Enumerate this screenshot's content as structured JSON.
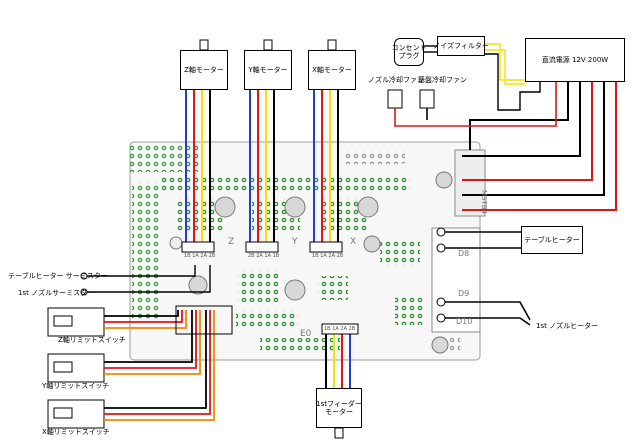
{
  "motors": {
    "z_motor": "Z軸モーター",
    "y_motor": "Y軸モーター",
    "x_motor": "X軸モーター",
    "extruder_motor_line1": "1stフィーダー",
    "extruder_motor_line2": "モーター"
  },
  "power": {
    "supply": "直流電源 12V 200W",
    "noise_filter": "ノイズフィルター",
    "outlet_line1": "コンセント",
    "outlet_line2": "プラグ",
    "nozzle_fan": "ノズル冷却ファン",
    "board_fan": "基盤冷却ファン"
  },
  "sensors": {
    "bed_thermistor": "テーブルヒーター サーミスター",
    "nozzle_thermistor": "1st ノズルサーミスター"
  },
  "heaters": {
    "bed_heater": "テーブルヒーター",
    "nozzle_heater": "1st ノズルヒーター"
  },
  "endstops": {
    "z_endstop": "Z軸リミットスイッチ",
    "y_endstop": "Y軸リミットスイッチ",
    "x_endstop": "X軸リミットスイッチ"
  },
  "board": {
    "terminal_label": "MSTB4",
    "connector_labels": [
      "1B 1A 2A 2B",
      "2B 2A 1A 1B",
      "1B 1A 2A 2B",
      "1B 1A 2A 2B"
    ],
    "axis_letters": [
      "Z",
      "Y",
      "X",
      "E0"
    ],
    "mosfet_labels": [
      "D8",
      "D9",
      "D10"
    ]
  },
  "colors": {
    "wire_blue": "#1f3fd0",
    "wire_red": "#e01515",
    "wire_yellow": "#f2e200",
    "wire_black": "#000000",
    "wire_orange": "#f08a00",
    "board_green": "#2e8b2e"
  }
}
